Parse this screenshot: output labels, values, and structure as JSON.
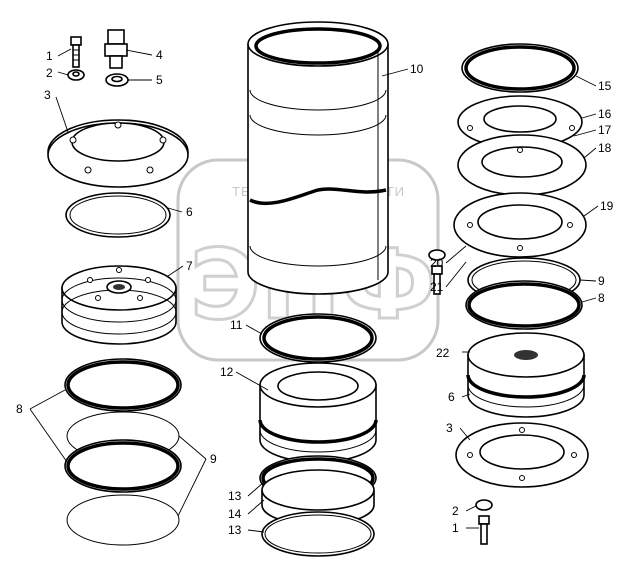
{
  "watermark": {
    "line1": "ТЕХНИКА",
    "line2": "ЗАПЧАСТИ",
    "logo": "ЭПФ"
  },
  "callouts": [
    {
      "id": "c1a",
      "label": "1"
    },
    {
      "id": "c2a",
      "label": "2"
    },
    {
      "id": "c3a",
      "label": "3"
    },
    {
      "id": "c4",
      "label": "4"
    },
    {
      "id": "c5",
      "label": "5"
    },
    {
      "id": "c6a",
      "label": "6"
    },
    {
      "id": "c7",
      "label": "7"
    },
    {
      "id": "c8a",
      "label": "8"
    },
    {
      "id": "c9a",
      "label": "9"
    },
    {
      "id": "c10",
      "label": "10"
    },
    {
      "id": "c11",
      "label": "11"
    },
    {
      "id": "c12",
      "label": "12"
    },
    {
      "id": "c13a",
      "label": "13"
    },
    {
      "id": "c14",
      "label": "14"
    },
    {
      "id": "c13b",
      "label": "13"
    },
    {
      "id": "c15",
      "label": "15"
    },
    {
      "id": "c16",
      "label": "16"
    },
    {
      "id": "c17",
      "label": "17"
    },
    {
      "id": "c18",
      "label": "18"
    },
    {
      "id": "c19",
      "label": "19"
    },
    {
      "id": "c20",
      "label": "20"
    },
    {
      "id": "c21",
      "label": "21"
    },
    {
      "id": "c9b",
      "label": "9"
    },
    {
      "id": "c8b",
      "label": "8"
    },
    {
      "id": "c22",
      "label": "22"
    },
    {
      "id": "c6b",
      "label": "6"
    },
    {
      "id": "c3b",
      "label": "3"
    },
    {
      "id": "c2b",
      "label": "2"
    },
    {
      "id": "c1b",
      "label": "1"
    }
  ]
}
